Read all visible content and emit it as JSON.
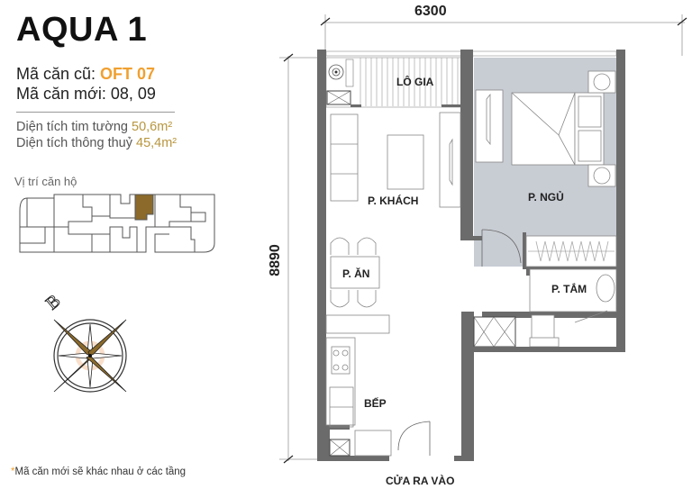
{
  "header": {
    "title": "AQUA 1",
    "old_code_label": "Mã căn cũ: ",
    "old_code_value": "OFT 07",
    "new_code_label": "Mã căn mới: 08, 09"
  },
  "areas": {
    "gross_label": "Diện tích tim tường ",
    "gross_value": "50,6m²",
    "net_label": "Diện tích thông thuỷ ",
    "net_value": "45,4m²"
  },
  "location": {
    "label": "Vị trí căn hộ",
    "highlight_color": "#8b6a2b"
  },
  "compass": {
    "letter": "B",
    "fill_color": "#8b6a2b"
  },
  "footnote": {
    "star": "*",
    "text": "Mã căn mới sẽ khác nhau ở các tầng"
  },
  "plan": {
    "width_dim": "6300",
    "height_dim": "8890",
    "wall_color": "#6b6b6b",
    "bedroom_fill": "#c8ccd3",
    "rooms": {
      "balcony": "LÔ GIA",
      "living": "P. KHÁCH",
      "bedroom": "P. NGỦ",
      "dining": "P. ĂN",
      "bath": "P. TẮM",
      "kitchen": "BẾP",
      "entrance": "CỬA RA VÀO"
    }
  }
}
